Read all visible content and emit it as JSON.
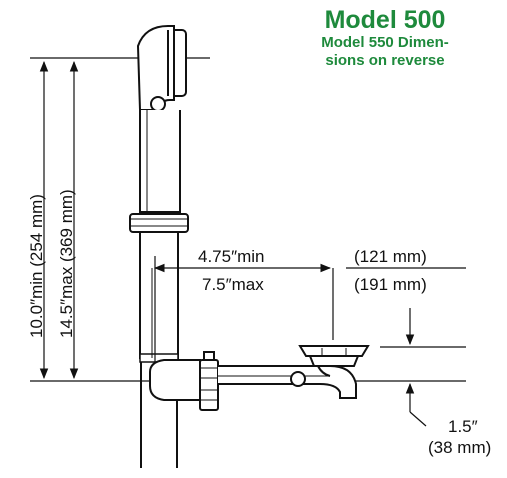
{
  "title": {
    "model": "Model 500",
    "subtitle_line1": "Model 550 Dimen-",
    "subtitle_line2": "sions on reverse"
  },
  "dimensions": {
    "height_min": "10.0″min (254 mm)",
    "height_max": "14.5″max (369 mm)",
    "reach_min": "4.75″min",
    "reach_max": "7.5″max",
    "reach_min_metric": "(121 mm)",
    "reach_max_metric": "(191 mm)",
    "drop_imperial": "1.5″",
    "drop_metric": "(38 mm)"
  },
  "colors": {
    "title_green": "#1e8a3c",
    "line": "#111111"
  }
}
